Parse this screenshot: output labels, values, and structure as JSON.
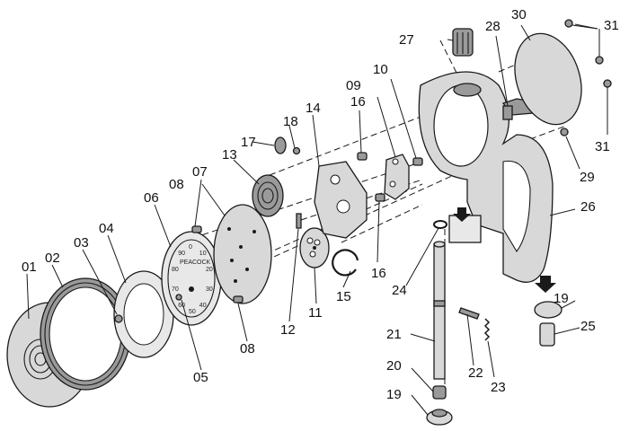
{
  "labels": {
    "p01": "01",
    "p02": "02",
    "p03": "03",
    "p04": "04",
    "p05": "05",
    "p06": "06",
    "p07": "07",
    "p08a": "08",
    "p08b": "08",
    "p09": "09",
    "p10": "10",
    "p11": "11",
    "p12": "12",
    "p13": "13",
    "p14": "14",
    "p15": "15",
    "p16a": "16",
    "p16b": "16",
    "p17": "17",
    "p18": "18",
    "p19a": "19",
    "p19b": "19",
    "p20": "20",
    "p21": "21",
    "p22": "22",
    "p23": "23",
    "p24": "24",
    "p25": "25",
    "p26": "26",
    "p27": "27",
    "p28": "28",
    "p29": "29",
    "p30": "30",
    "p31a": "31",
    "p31b": "31"
  },
  "dial": {
    "scale_numbers": [
      "0",
      "10",
      "20",
      "30",
      "40",
      "50",
      "60",
      "70",
      "80",
      "90"
    ],
    "brand": "PEACOCK"
  }
}
